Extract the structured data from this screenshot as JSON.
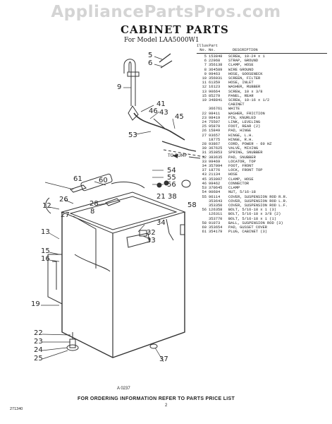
{
  "watermark": "AppliancePartsPros.com",
  "title": "CABINET PARTS",
  "subtitle": "For Model LAA5000W1",
  "table": {
    "headers": {
      "illus": "Illus.",
      "part": "Part",
      "no1": "No.",
      "no2": "No.",
      "desc": "DESCRIPTION"
    },
    "rows": [
      {
        "i": "5",
        "p": "153848",
        "d": "SCREW, 10-24 x 1"
      },
      {
        "i": "6",
        "p": "22968",
        "d": "STRAP, GROUND"
      },
      {
        "i": "7",
        "p": "356138",
        "d": "CLAMP, HOSE"
      },
      {
        "i": "8",
        "p": "364589",
        "d": "WIRE GROUND"
      },
      {
        "i": "9",
        "p": "99463",
        "d": "HOSE, GOOSENECK"
      },
      {
        "i": "10",
        "p": "356031",
        "d": "SCREEN, FILTER"
      },
      {
        "i": "11",
        "p": "61359",
        "d": "HOSE, INLET"
      },
      {
        "i": "12",
        "p": "16123",
        "d": "WASHER, RUBBER"
      },
      {
        "i": "13",
        "p": "90664",
        "d": "SCREW, 10 x 3/8"
      },
      {
        "i": "15",
        "p": "85279",
        "d": "PANEL, REAR"
      },
      {
        "i": "19",
        "p": "348841",
        "d": "SCREW, 10-16 x 1/2"
      },
      {
        "i": "",
        "p": "",
        "d": "CABINET"
      },
      {
        "i": "",
        "p": "366761",
        "d": "WHITE"
      },
      {
        "i": "22",
        "p": "98411",
        "d": "WASHER, FRICTION"
      },
      {
        "i": "23",
        "p": "98419",
        "d": "PIN, KNURLED"
      },
      {
        "i": "24",
        "p": "75597",
        "d": "LINK, LEVELING"
      },
      {
        "i": "25",
        "p": "95879",
        "d": "FOOT, REAR (2)"
      },
      {
        "i": "26",
        "p": "15849",
        "d": "PAD, HINGE"
      },
      {
        "i": "27",
        "p": "93657",
        "d": "HINGE, L.H."
      },
      {
        "i": "",
        "p": "18775",
        "d": "HINGE, R.H."
      },
      {
        "i": "28",
        "p": "93867",
        "d": "CORD, POWER - 60 HZ"
      },
      {
        "i": "30",
        "p": "367625",
        "d": "VALVE, MIXING"
      },
      {
        "i": "31",
        "p": "353853",
        "d": "SPRING, SNUBBER"
      },
      {
        "i": "32",
        "p": "383635",
        "d": "PAD, SNUBBER"
      },
      {
        "i": "33",
        "p": "99469",
        "d": "LOCATOR, TOP"
      },
      {
        "i": "34",
        "p": "357094",
        "d": "FOOT, FRONT"
      },
      {
        "i": "37",
        "p": "18776",
        "d": "LOCK, FRONT TOP"
      },
      {
        "i": "43",
        "p": "21134",
        "d": "HOSE"
      },
      {
        "i": "45",
        "p": "353097",
        "d": "CLAMP, HOSE"
      },
      {
        "i": "46",
        "p": "99462",
        "d": "CONNECTOR"
      },
      {
        "i": "53",
        "p": "370645",
        "d": "CLAMP"
      },
      {
        "i": "54",
        "p": "90684",
        "d": "NUT, 5/16-18"
      },
      {
        "i": "55",
        "p": "96114",
        "d": "COVER, SUSPENSION ROD R.R."
      },
      {
        "i": "",
        "p": "353643",
        "d": "COVER, SUSPENSION ROD L.R."
      },
      {
        "i": "",
        "p": "353350",
        "d": "COVER, SUSPENSION ROD L.F."
      },
      {
        "i": "56",
        "p": "126358",
        "d": "BOLT, 5/16-18 x 1 (3)"
      },
      {
        "i": "",
        "p": "126311",
        "d": "BOLT, 5/16-18 x 3/8 (2)"
      },
      {
        "i": "",
        "p": "353770",
        "d": "BOLT, 5/16-18 x 1 (1)"
      },
      {
        "i": "58",
        "p": "91073",
        "d": "BALL, SUSPENSION ROD (3)"
      },
      {
        "i": "60",
        "p": "353654",
        "d": "PAD, GUSSET COVER"
      },
      {
        "i": "61",
        "p": "354179",
        "d": "PLUG, CABINET (3)"
      }
    ]
  },
  "callouts": {
    "c5": "5",
    "c6": "6",
    "c9": "9",
    "c41": "41",
    "c46": "46",
    "c43": "43",
    "c45": "45",
    "c53": "53",
    "c54": "54",
    "c55": "55",
    "c56": "56",
    "c58": "58",
    "c61": "61",
    "c60": "60",
    "c21": "21",
    "c38": "38",
    "c12": "12",
    "c26": "26",
    "c28": "28",
    "c8": "8",
    "c27": "27",
    "c34": "34",
    "c32": "32",
    "c33": "33",
    "c13": "13",
    "c15": "15",
    "c16": "16",
    "c19": "19",
    "c22": "22",
    "c23": "23",
    "c24": "24",
    "c25": "25",
    "c37": "37"
  },
  "to_pump": "TO PUMP",
  "figure_code": "A 0237",
  "footer": "FOR ORDERING INFORMATION REFER TO PARTS PRICE LIST",
  "page_number": "2",
  "doc_number": "271340"
}
